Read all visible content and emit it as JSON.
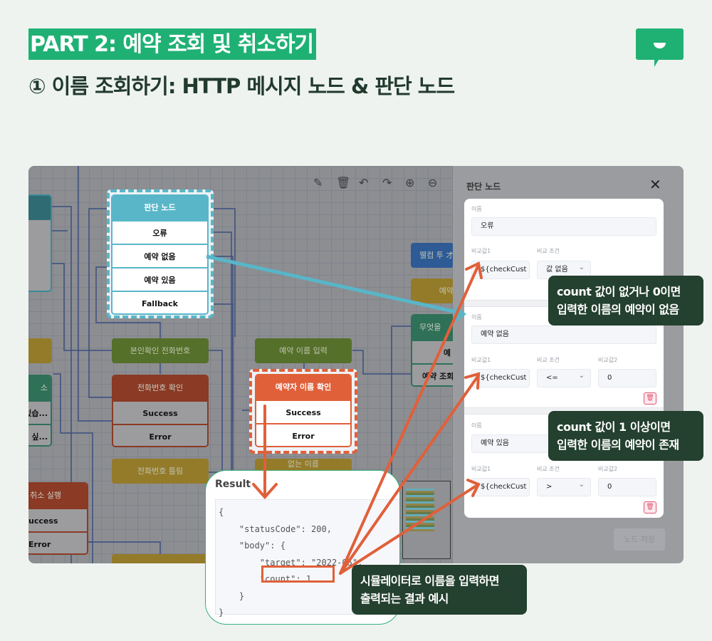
{
  "header": {
    "part_title": "PART 2: 예약 조회 및 취소하기",
    "step_title": "①  이름 조회하기: HTTP 메시지 노드 & 판단 노드"
  },
  "toolbar": {
    "icons": [
      "pencil-icon",
      "trash-icon",
      "undo-icon",
      "redo-icon",
      "zoom-in-icon",
      "zoom-out-icon"
    ]
  },
  "canvas": {
    "decision_node": {
      "title": "판단 노드",
      "rows": [
        "오류",
        "예약 없음",
        "예약 있음",
        "Fallback"
      ]
    },
    "phone_verify": "본인확인 전화번호",
    "phone_check": {
      "title": "전화번호 확인",
      "rows": [
        "Success",
        "Error"
      ]
    },
    "phone_wrong": "전화번호 틀림",
    "name_input": "예약 이름 입력",
    "name_check": {
      "title": "예약자 이름 확인",
      "rows": [
        "Success",
        "Error"
      ]
    },
    "name_below": "없는 이름",
    "welcome": "웰컴 투 才",
    "reserve_yellow": "예약",
    "what": {
      "title": "무엇을",
      "rows": [
        "예",
        "예약 조회"
      ]
    },
    "left_partial": {
      "title": "소",
      "rows": [
        "있습...",
        "싶..."
      ]
    },
    "cancel_exec": {
      "title": "취소 실행",
      "rows": [
        "uccess",
        "Error"
      ]
    }
  },
  "panel": {
    "title": "판단 노드",
    "save_label": "노드 저장",
    "conditions": [
      {
        "name_label": "이름",
        "name": "오류",
        "v1_label": "비교값1",
        "v1": "${checkCust",
        "cond_label": "비교 조건",
        "cond": "값 없음"
      },
      {
        "name_label": "이름",
        "name": "예약 없음",
        "v1_label": "비교값1",
        "v1": "${checkCust",
        "cond_label": "비교 조건",
        "cond": "<=",
        "v2_label": "비교값2",
        "v2": "0"
      },
      {
        "name_label": "이름",
        "name": "예약 있음",
        "v1_label": "비교값1",
        "v1": "${checkCust",
        "cond_label": "비교 조건",
        "cond": ">",
        "v2_label": "비교값2",
        "v2": "0"
      }
    ]
  },
  "result": {
    "title": "Result",
    "lines": [
      "{",
      "    \"statusCode\": 200,",
      "    \"body\": {",
      "        \"target\": \"2022-05\",",
      "        \"count\": 1",
      "    }",
      "}"
    ]
  },
  "callouts": {
    "none": [
      "count 값이 없거나 0이면",
      "입력한 이름의 예약이 없음"
    ],
    "exists": [
      "count 값이 1 이상이면",
      "입력한 이름의 예약이 존재"
    ],
    "result": [
      "시뮬레이터로 이름을 입력하면",
      "출력되는 결과 예시"
    ]
  },
  "colors": {
    "brand": "#1fb174",
    "callout": "#24402f",
    "accent_orange": "#e0603a",
    "accent_cyan": "#58b6c8"
  }
}
